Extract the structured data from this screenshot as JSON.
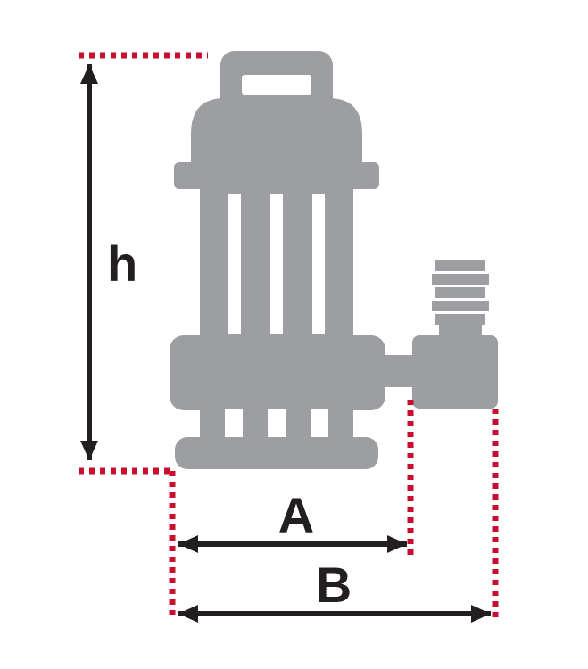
{
  "diagram": {
    "labels": {
      "height": "h",
      "width_a": "A",
      "width_b": "B"
    },
    "colors": {
      "pump": "#9c9ea1",
      "arrow": "#231f20",
      "dotted": "#c8102e",
      "background": "#ffffff"
    }
  }
}
